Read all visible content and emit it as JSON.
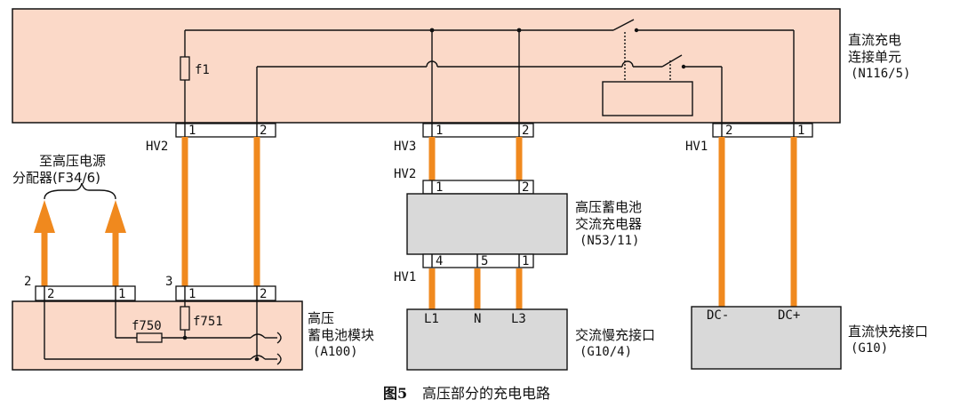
{
  "colors": {
    "module_fill": "#fbd9c8",
    "gray_fill": "#d9d9d9",
    "hv_cable": "#f0891e",
    "line": "#111111"
  },
  "dc_charge_unit": {
    "name_line1": "直流充电",
    "name_line2": "连接单元",
    "code": "(N116/5)",
    "fuse": "f1"
  },
  "distributor": {
    "line1": "至高压电源",
    "line2": "分配器(F34/6)"
  },
  "battery_module": {
    "name_line1": "高压",
    "name_line2": "蓄电池模块",
    "code": "(A100)",
    "fuse_a": "f750",
    "fuse_b": "f751"
  },
  "ac_charger": {
    "name_line1": "高压蓄电池",
    "name_line2": "交流充电器",
    "code": "(N53/11)"
  },
  "ac_port": {
    "name": "交流慢充接口",
    "code": "(G10/4)",
    "pins": [
      "L1",
      "N",
      "L3"
    ]
  },
  "dc_port": {
    "name": "直流快充接口",
    "code": "(G10)",
    "pins": [
      "DC-",
      "DC+"
    ]
  },
  "connectors": {
    "hv2": "HV2",
    "hv3": "HV3",
    "hv1": "HV1"
  },
  "pin_labels": {
    "p1": "1",
    "p2": "2",
    "p3": "3",
    "p4": "4",
    "p5": "5"
  },
  "caption": {
    "fig": "图5",
    "text": "高压部分的充电电路"
  }
}
